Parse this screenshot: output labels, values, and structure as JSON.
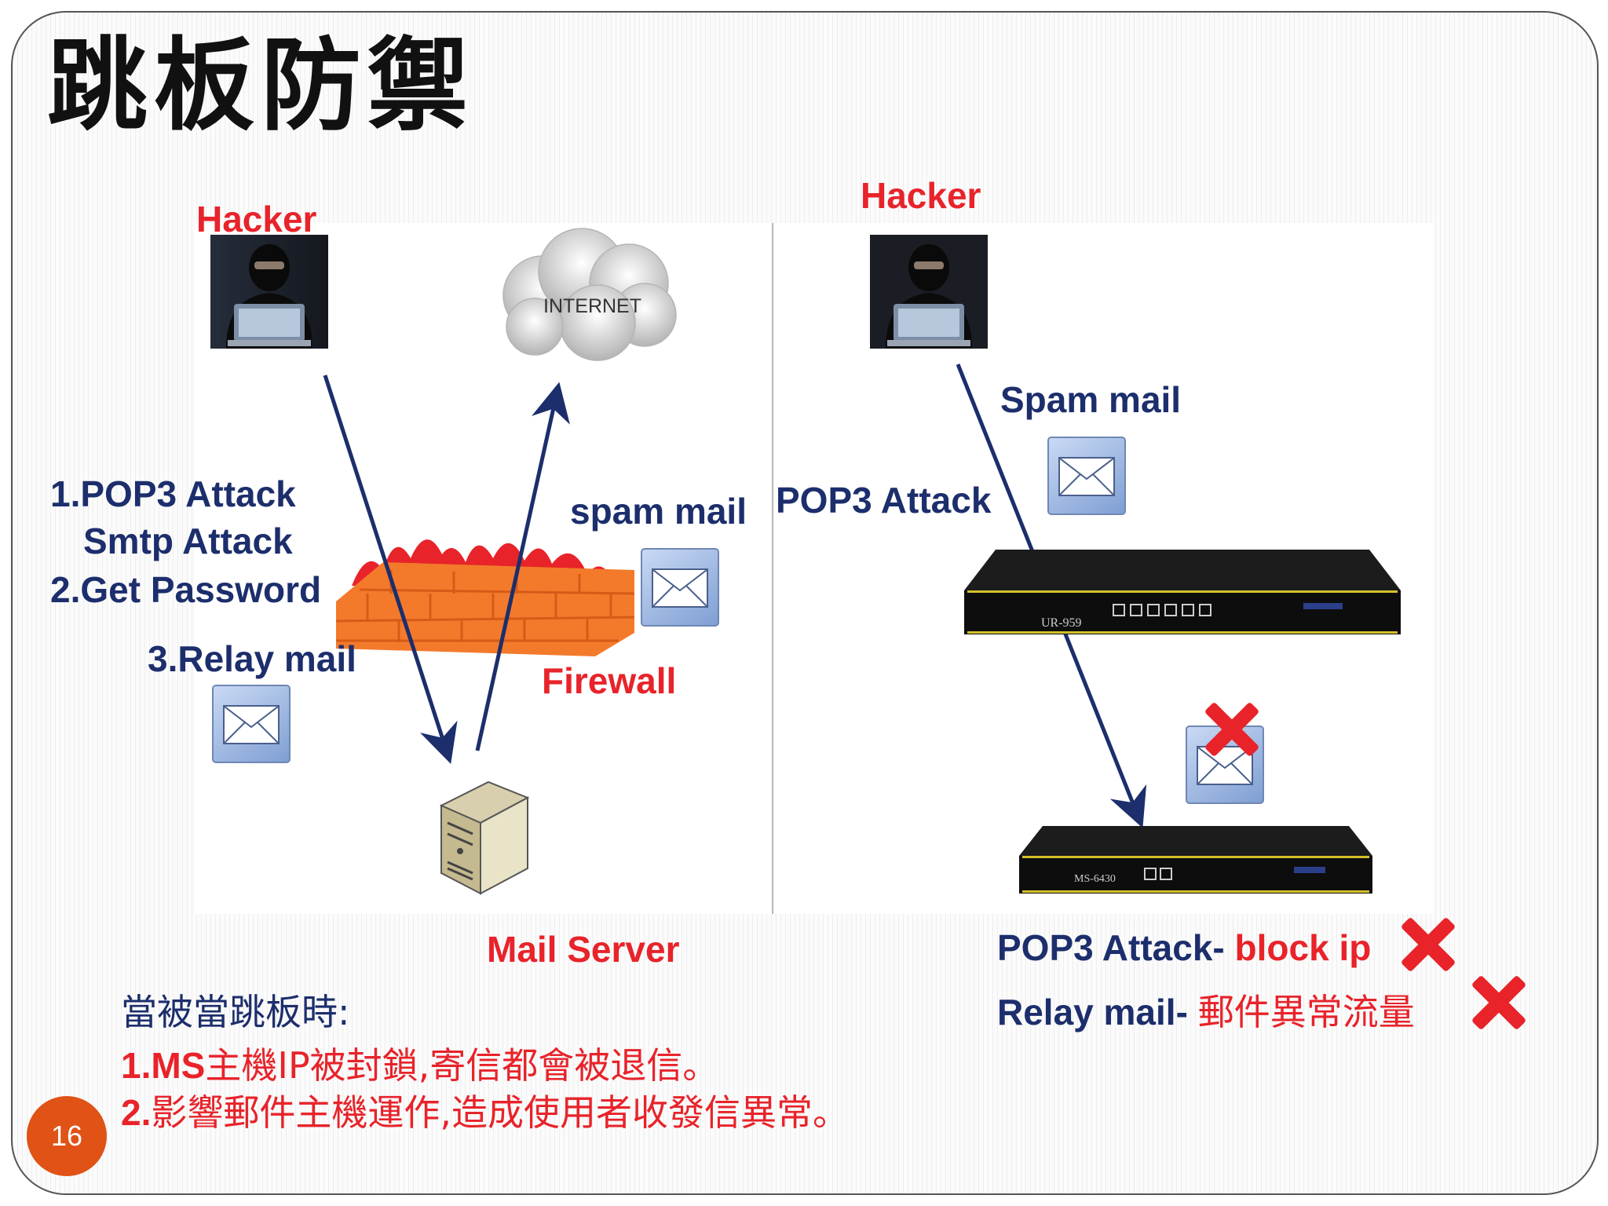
{
  "title": "跳板防禦",
  "left": {
    "hacker_label": "Hacker",
    "internet_label": "INTERNET",
    "attack_steps": [
      "1.POP3 Attack",
      "Smtp Attack",
      "2.Get Password"
    ],
    "relay_label": "3.Relay mail",
    "spam_label": "spam mail",
    "firewall_label": "Firewall",
    "mail_server_label": "Mail Server"
  },
  "right": {
    "hacker_label": "Hacker",
    "spam_label": "Spam mail",
    "pop3_label": "POP3 Attack",
    "device_top_model": "UR-959",
    "device_bottom_model": "MS-6430",
    "result_pop3_prefix": "POP3 Attack- ",
    "result_pop3_action": "block ip",
    "result_relay_prefix": "Relay mail- ",
    "result_relay_action": "郵件異常流量"
  },
  "note": {
    "heading": "當被當跳板時:",
    "line1_num": "1.MS",
    "line1_text": "主機IP被封鎖,寄信都會被退信。",
    "line2_num": "2.",
    "line2_text": "影響郵件主機運作,造成使用者收發信異常。"
  },
  "page_number": "16",
  "colors": {
    "red": "#e8232a",
    "blue": "#1c2e6c",
    "badge": "#e05216"
  },
  "icons": [
    "hacker-image",
    "cloud-icon",
    "firewall-icon",
    "envelope-icon",
    "server-icon",
    "network-appliance",
    "red-x-icon"
  ]
}
